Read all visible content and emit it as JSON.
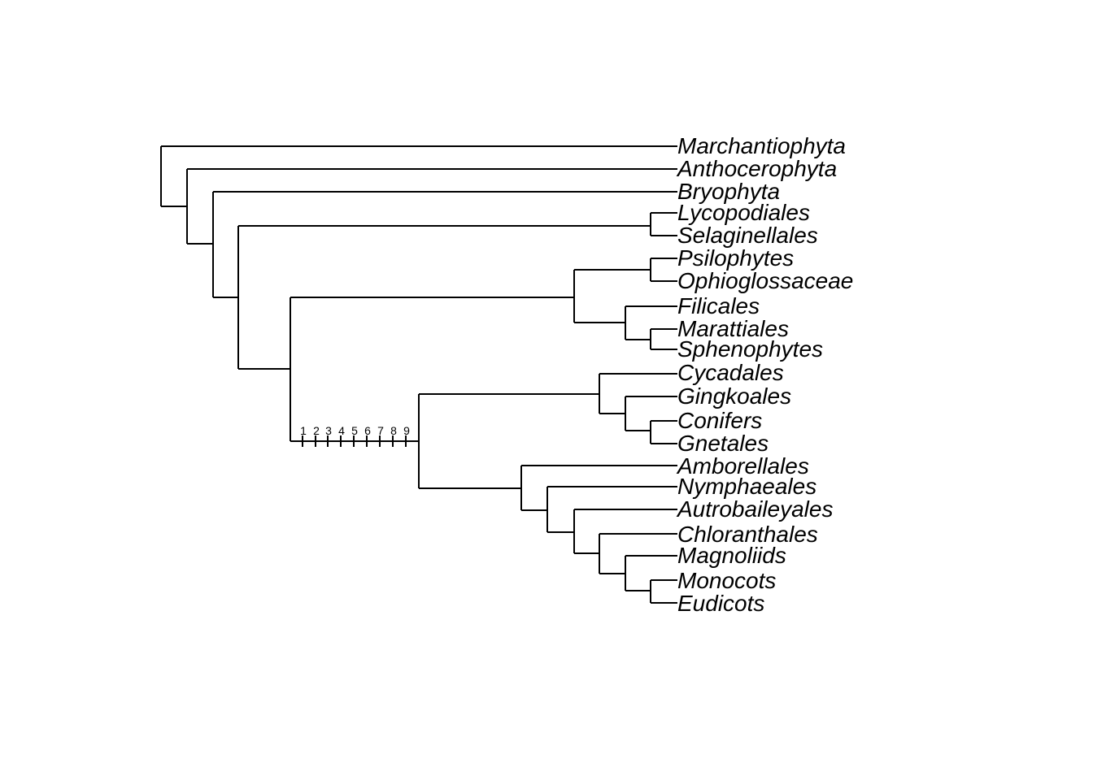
{
  "tips": [
    "Marchantiophyta",
    "Anthocerophyta",
    "Bryophyta",
    "Lycopodiales",
    "Selaginellales",
    "Psilophytes",
    "Ophioglossaceae",
    "Filicales",
    "Marattiales",
    "Sphenophytes",
    "Cycadales",
    "Gingkoales",
    "Conifers",
    "Gnetales",
    "Amborellales",
    "Nymphaeales",
    "Autrobaileyales",
    "Chloranthales",
    "Magnoliids",
    "Monocots",
    "Eudicots"
  ],
  "ticks": [
    "1",
    "2",
    "3",
    "4",
    "5",
    "6",
    "7",
    "8",
    "9"
  ],
  "colors": {
    "line": "#000000",
    "background": "#ffffff"
  }
}
